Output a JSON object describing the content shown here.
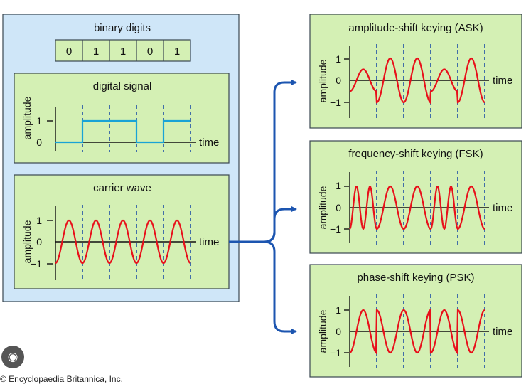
{
  "bits": {
    "title": "binary digits",
    "values": [
      "0",
      "1",
      "1",
      "0",
      "1"
    ]
  },
  "digital_panel": {
    "title": "digital signal",
    "ylabel": "amplitude",
    "xlabel": "time",
    "ticks": [
      "1",
      "0"
    ]
  },
  "carrier_panel": {
    "title": "carrier wave",
    "ylabel": "amplitude",
    "xlabel": "time",
    "ticks": [
      "1",
      "0",
      "−1"
    ]
  },
  "ask_panel": {
    "title": "amplitude-shift keying (ASK)",
    "ylabel": "amplitude",
    "xlabel": "time",
    "ticks": [
      "1",
      "0",
      "−1"
    ]
  },
  "fsk_panel": {
    "title": "frequency-shift keying (FSK)",
    "ylabel": "amplitude",
    "xlabel": "time",
    "ticks": [
      "1",
      "0",
      "−1"
    ]
  },
  "psk_panel": {
    "title": "phase-shift keying (PSK)",
    "ylabel": "amplitude",
    "xlabel": "time",
    "ticks": [
      "1",
      "0",
      "−1"
    ]
  },
  "credit": "© Encyclopaedia Britannica, Inc.",
  "icons": {
    "lens": "camera-lens-icon"
  },
  "colors": {
    "outer_panel": "#cfe6f8",
    "inner_panel": "#d4f0b4",
    "wave": "#e8101a",
    "digital": "#19a3d6",
    "dashes": "#1d4fa6",
    "arrows": "#1c55b0"
  }
}
